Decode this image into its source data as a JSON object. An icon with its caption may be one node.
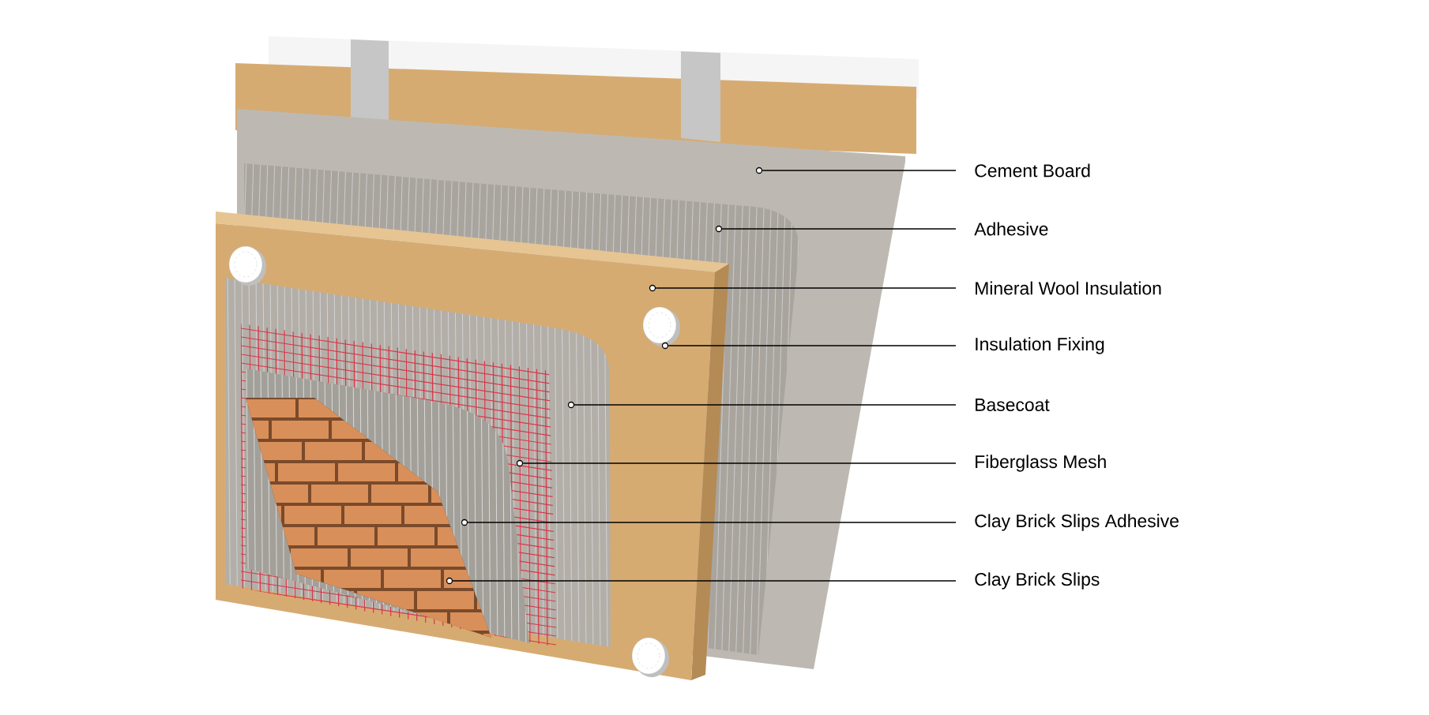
{
  "diagram": {
    "nodes": [
      {
        "text": [
          "Cement Board"
        ]
      },
      {
        "text": [
          "Adhesive"
        ]
      },
      {
        "text": [
          "Mineral Wool Insulation"
        ]
      },
      {
        "text": [
          "Insulation Fixing"
        ]
      },
      {
        "text": [
          "Basecoat"
        ]
      },
      {
        "text": [
          "Fiberglass Mesh"
        ]
      },
      {
        "text": [
          "Clay Brick Slips Adhesive"
        ]
      },
      {
        "text": [
          "Clay Brick Slips"
        ]
      },
      {
        "text": [],
        "shape": "circle"
      },
      {
        "text": [],
        "shape": "circle"
      },
      {
        "text": [],
        "shape": "circle"
      },
      {
        "text": [],
        "shape": "circle"
      },
      {
        "text": [],
        "shape": "circle"
      },
      {
        "text": [],
        "shape": "circle"
      },
      {
        "text": [],
        "shape": "circle"
      },
      {
        "text": [],
        "shape": "circle"
      }
    ],
    "edges": [
      {
        "from": 0,
        "to": 8,
        "arrow": "none"
      },
      {
        "from": 1,
        "to": 9,
        "arrow": "none"
      },
      {
        "from": 2,
        "to": 10,
        "arrow": "none"
      },
      {
        "from": 3,
        "to": 11,
        "arrow": "none"
      },
      {
        "from": 4,
        "to": 12,
        "arrow": "none"
      },
      {
        "from": 5,
        "to": 13,
        "arrow": "none"
      },
      {
        "from": 6,
        "to": 14,
        "arrow": "none"
      },
      {
        "from": 7,
        "to": 15,
        "arrow": "none"
      }
    ]
  }
}
